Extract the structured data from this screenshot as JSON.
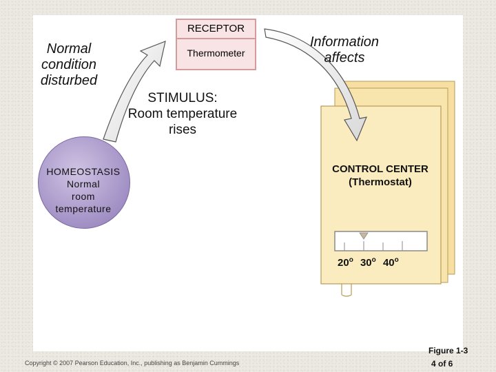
{
  "receptor": {
    "title": "RECEPTOR",
    "device": "Thermometer"
  },
  "normal_disturbed": [
    "Normal",
    "condition",
    "disturbed"
  ],
  "information": [
    "Information",
    "affects"
  ],
  "stimulus": [
    "STIMULUS:",
    "Room temperature",
    "rises"
  ],
  "homeostasis": [
    "HOMEOSTASIS",
    "Normal",
    "room",
    "temperature"
  ],
  "control_center": [
    "CONTROL CENTER",
    "(Thermostat)"
  ],
  "thermostat_scale": {
    "ticks": [
      {
        "value": "20",
        "unit": "o"
      },
      {
        "value": "30",
        "unit": "o"
      },
      {
        "value": "40",
        "unit": "o"
      }
    ]
  },
  "footer": {
    "copyright": "Copyright © 2007 Pearson Education, Inc., publishing as Benjamin Cummings",
    "figure": "Figure 1-3",
    "page": "4 of 6"
  },
  "colors": {
    "receptor_fill": "#f8e4e4",
    "receptor_border": "#d79a9a",
    "homeostasis_fill": "#a897c9",
    "control_center_fill": "#fbecc0",
    "arrow_fill": "#ffffff",
    "arrow_stroke": "#555555"
  }
}
